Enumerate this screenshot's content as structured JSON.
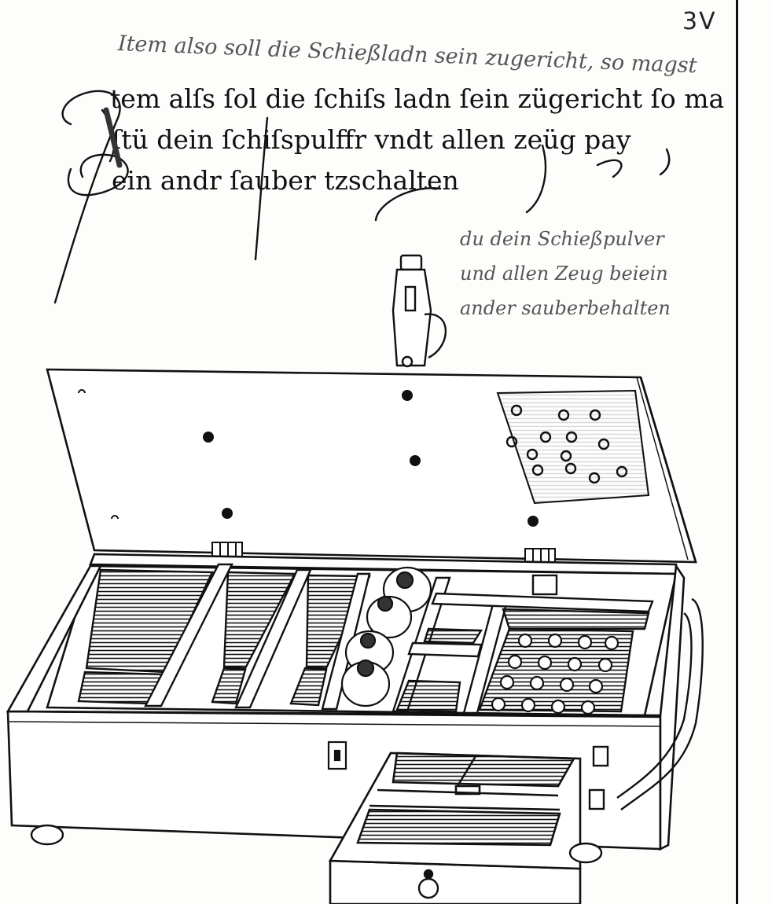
{
  "page": {
    "folio": "3V"
  },
  "gloss_top": "Item also soll die Schießladn sein zugericht, so magst",
  "main_text": {
    "lines": [
      "tem alſs ſol die ſchiſs ladn ſein zügericht ſo ma",
      "ſtü dein ſchiſspulffr vndt allen zeüg pay",
      "ein andr ſauber tzschalten"
    ]
  },
  "gloss_side": {
    "lines": [
      "du dein Schießpulver",
      "und allen Zeug beiein",
      "ander sauberbehalten"
    ]
  }
}
